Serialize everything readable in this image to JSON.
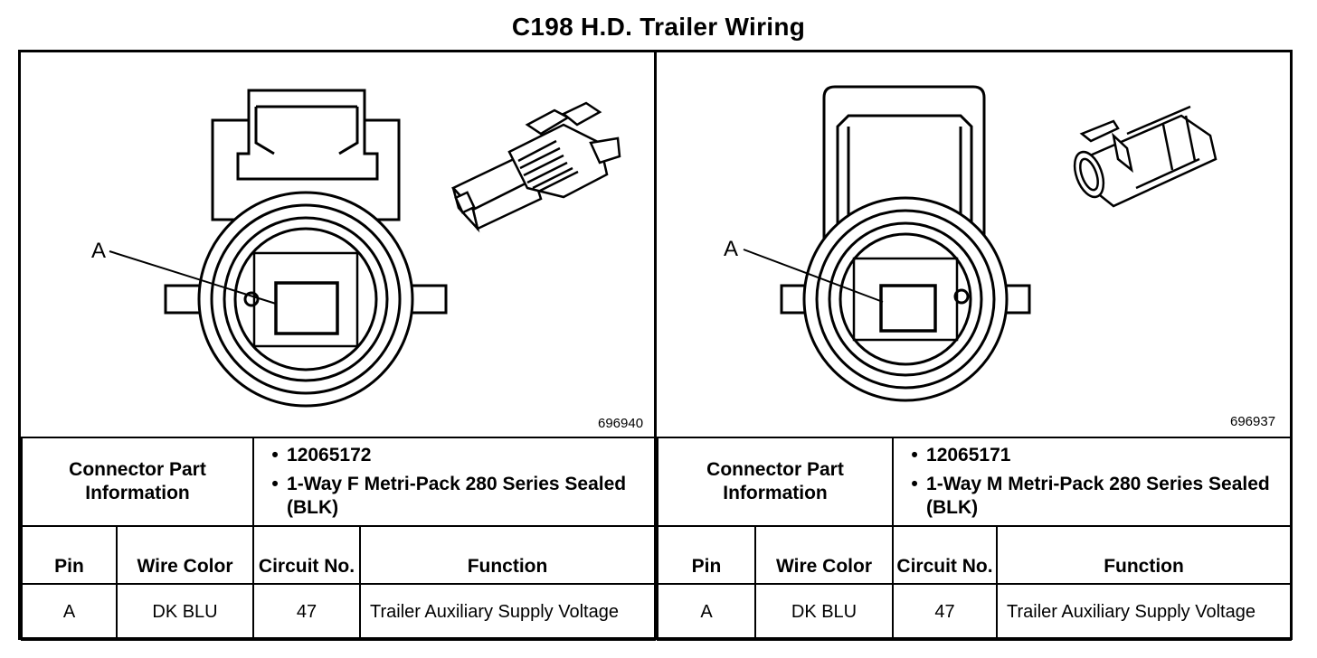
{
  "title": "C198 H.D. Trailer Wiring",
  "connectors": [
    {
      "side": "left",
      "callout": "A",
      "figure_id": "696940",
      "cpi_label": "Connector Part Information",
      "part_number": "12065172",
      "part_desc": "1-Way F Metri-Pack 280 Series Sealed (BLK)",
      "headers": {
        "pin": "Pin",
        "wire_color": "Wire Color",
        "circuit_no": "Circuit No.",
        "function": "Function"
      },
      "rows": [
        {
          "pin": "A",
          "wire_color": "DK BLU",
          "circuit_no": "47",
          "function": "Trailer Auxiliary Supply Voltage"
        }
      ]
    },
    {
      "side": "right",
      "callout": "A",
      "figure_id": "696937",
      "cpi_label": "Connector Part Information",
      "part_number": "12065171",
      "part_desc": "1-Way M Metri-Pack 280 Series Sealed (BLK)",
      "headers": {
        "pin": "Pin",
        "wire_color": "Wire Color",
        "circuit_no": "Circuit No.",
        "function": "Function"
      },
      "rows": [
        {
          "pin": "A",
          "wire_color": "DK BLU",
          "circuit_no": "47",
          "function": "Trailer Auxiliary Supply Voltage"
        }
      ]
    }
  ]
}
